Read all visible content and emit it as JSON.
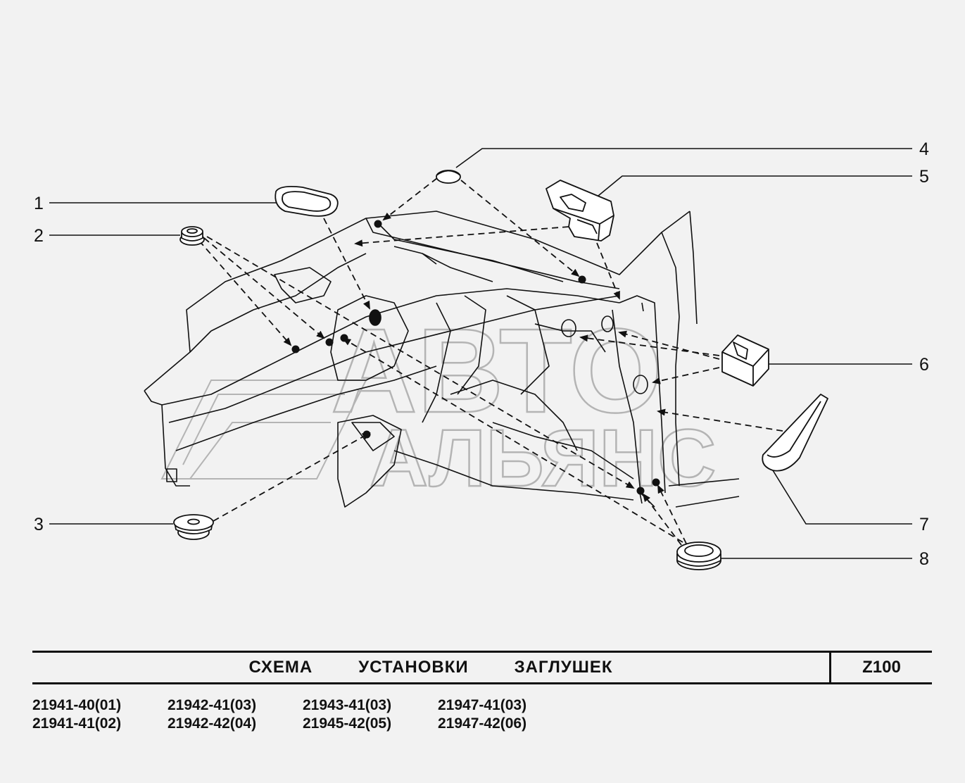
{
  "callouts": [
    "1",
    "2",
    "3",
    "4",
    "5",
    "6",
    "7",
    "8"
  ],
  "title": "СХЕМА   УСТАНОВКИ   ЗАГЛУШЕК",
  "code": "Z100",
  "models": [
    "21941-40(01)",
    "21942-41(03)",
    "21943-41(03)",
    "21947-41(03)",
    "21941-41(02)",
    "21942-42(04)",
    "21945-42(05)",
    "21947-42(06)"
  ],
  "watermark": "АВТО АЛЬЯНС",
  "colors": {
    "background": "#f2f2f2",
    "line": "#111111",
    "watermark": "#9a9a9a"
  }
}
